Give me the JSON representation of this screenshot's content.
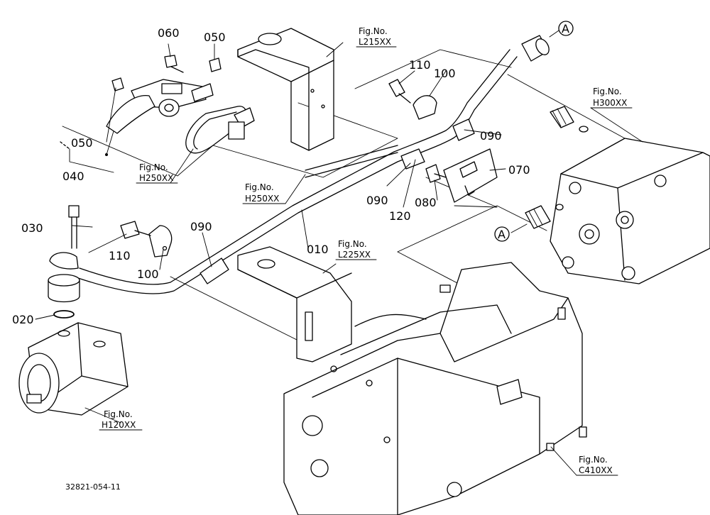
{
  "part_numbers": [
    "010",
    "020",
    "030",
    "040",
    "050",
    "050",
    "060",
    "070",
    "080",
    "090",
    "090",
    "090",
    "100",
    "100",
    "110",
    "110",
    "120"
  ],
  "fig_refs": [
    "L215XX",
    "H250XX",
    "H250XX",
    "H300XX",
    "L225XX",
    "H120XX",
    "C410XX"
  ],
  "fig_label": "Fig.No.",
  "connector": "A",
  "footer_code": "32821-054-11"
}
